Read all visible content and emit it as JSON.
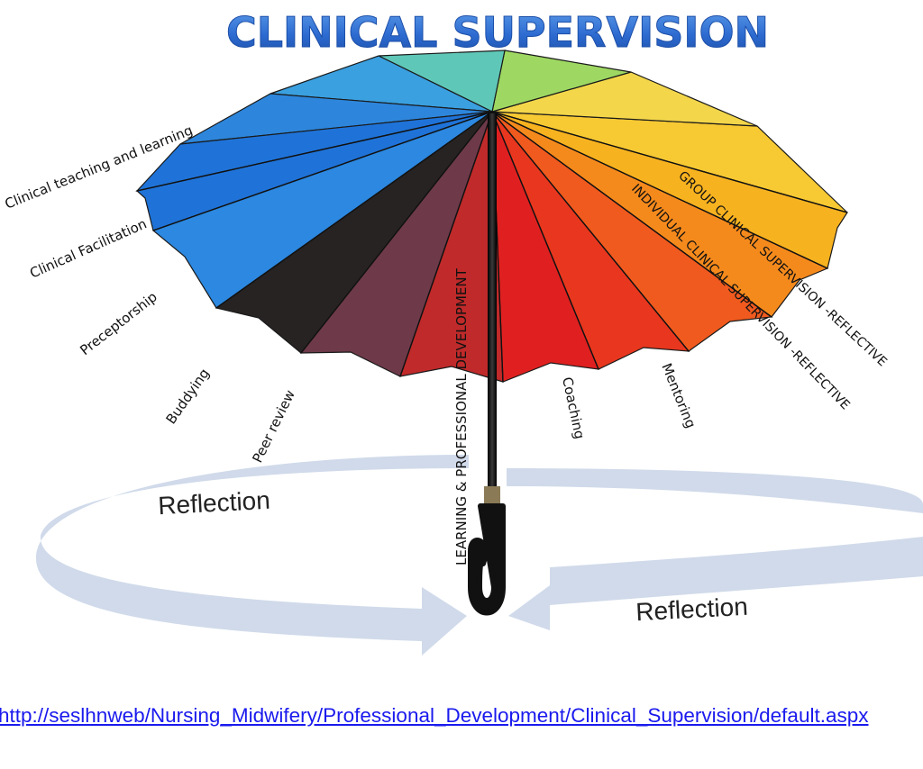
{
  "title": "CLINICAL SUPERVISION",
  "labels": {
    "clinical_teaching": "Clinical teaching and learning",
    "clinical_facilitation": "Clinical Facilitation",
    "preceptorship": "Preceptorship",
    "buddying": "Buddying",
    "peer_review": "Peer review",
    "learning_development": "LEARNING & PROFESSIONAL DEVELOPMENT",
    "coaching": "Coaching",
    "mentoring": "Mentoring",
    "individual_supervision": "INDIVIDUAL CLINICAL SUPERVISION -REFLECTIVE",
    "group_supervision": "GROUP CLINICAL SUPERVISION -REFLECTIVE"
  },
  "reflection_left": "Reflection",
  "reflection_right": "Reflection",
  "source_url": "http://seslhnweb/Nursing_Midwifery/Professional_Development/Clinical_Supervision/default.aspx",
  "colors": {
    "title_fill": "#2d6bd1",
    "arrow": "#c8d4e6",
    "link": "#1a1aee",
    "handle": "#111111"
  }
}
